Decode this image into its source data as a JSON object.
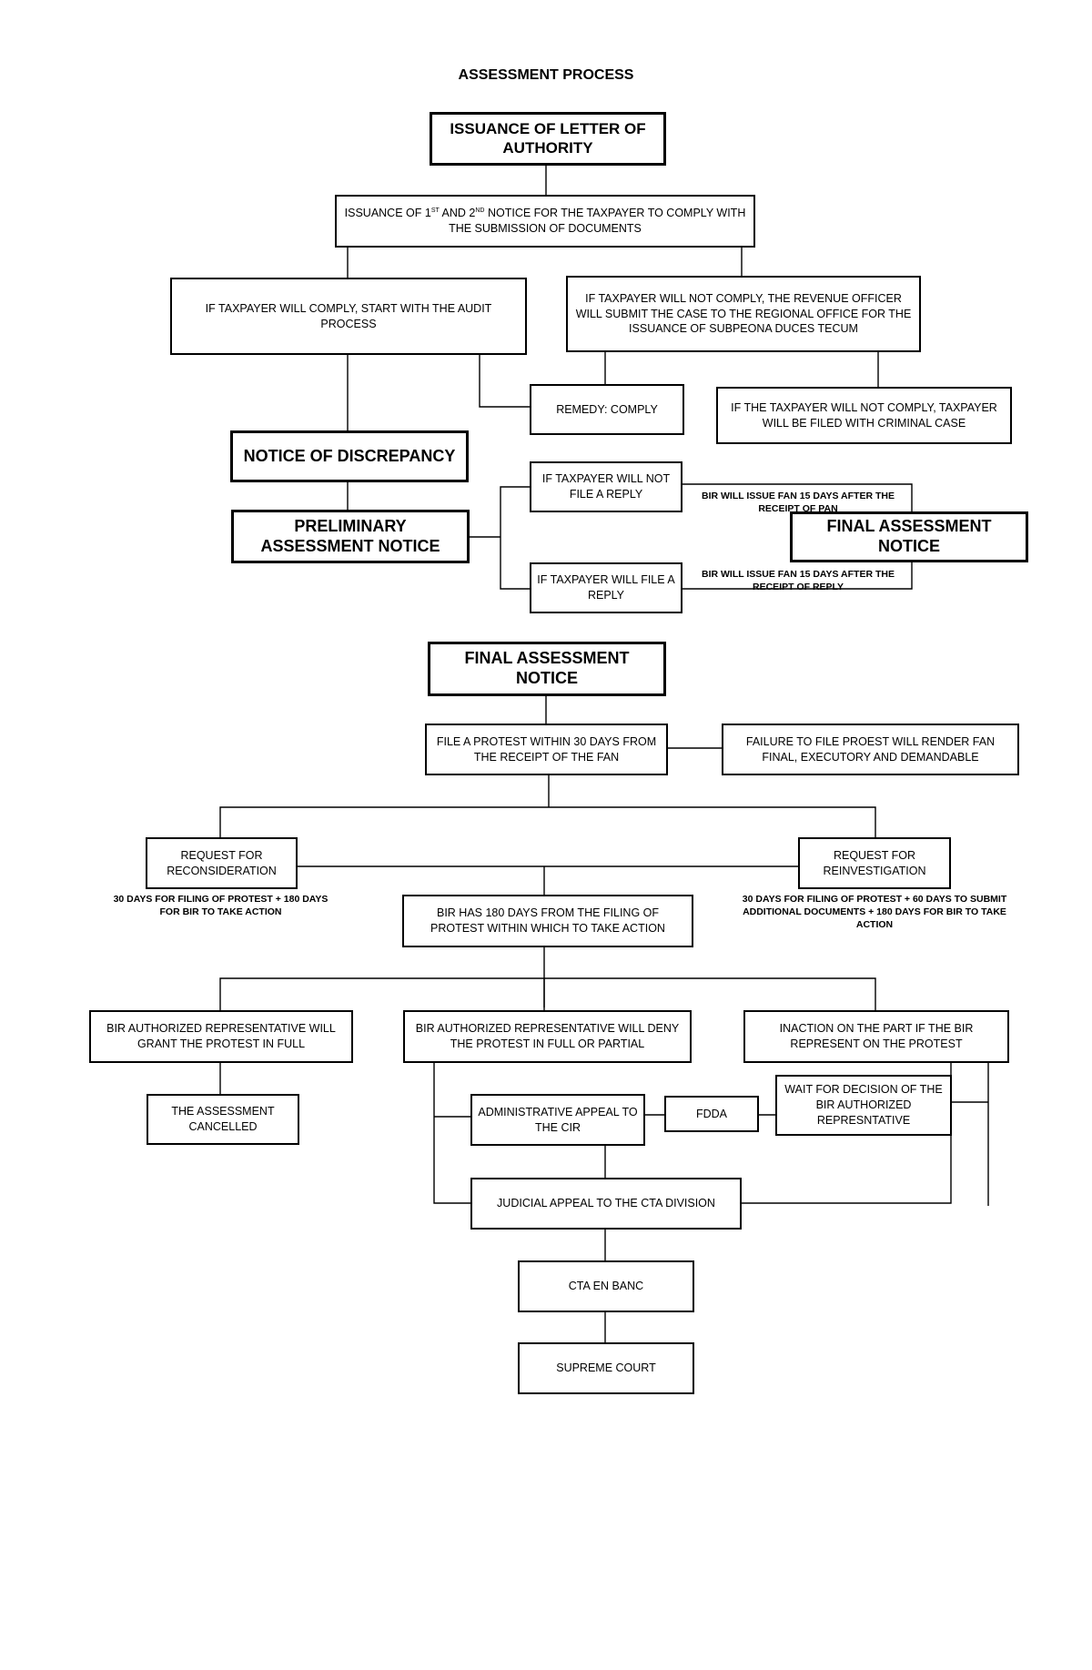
{
  "title": "ASSESSMENT PROCESS",
  "boxes": {
    "loa": "ISSUANCE OF LETTER OF AUTHORITY",
    "notice_pre": "ISSUANCE OF 1",
    "notice_st": "ST",
    "notice_mid": " AND 2",
    "notice_nd": "ND",
    "notice_post": " NOTICE FOR THE TAXPAYER TO COMPLY WITH THE SUBMISSION OF DOCUMENTS",
    "comply": "IF TAXPAYER WILL COMPLY, START WITH THE AUDIT PROCESS",
    "not_comply": "IF TAXPAYER WILL NOT COMPLY, THE REVENUE OFFICER WILL SUBMIT THE CASE TO THE REGIONAL OFFICE FOR THE ISSUANCE OF SUBPEONA DUCES TECUM",
    "remedy": "REMEDY: COMPLY",
    "criminal": "IF THE TAXPAYER WILL NOT COMPLY, TAXPAYER WILL BE FILED WITH CRIMINAL CASE",
    "discrepancy": "NOTICE OF DISCREPANCY",
    "pan": "PRELIMINARY ASSESSMENT NOTICE",
    "no_reply": "IF TAXPAYER WILL NOT FILE A REPLY",
    "reply": "IF TAXPAYER WILL FILE A REPLY",
    "fan_top": "FINAL ASSESSMENT NOTICE",
    "fan_main": "FINAL ASSESSMENT NOTICE",
    "protest": "FILE A PROTEST WITHIN 30 DAYS FROM THE RECEIPT OF THE FAN",
    "failure": "FAILURE TO FILE PROEST WILL RENDER FAN FINAL, EXECUTORY AND DEMANDABLE",
    "recon": "REQUEST FOR RECONSIDERATION",
    "reinv": "REQUEST FOR REINVESTIGATION",
    "bir180": "BIR HAS 180 DAYS FROM THE FILING OF PROTEST WITHIN WHICH TO TAKE ACTION",
    "grant": "BIR AUTHORIZED REPRESENTATIVE WILL GRANT THE PROTEST IN FULL",
    "deny": "BIR AUTHORIZED REPRESENTATIVE WILL DENY THE PROTEST IN FULL OR PARTIAL",
    "inaction": "INACTION ON THE PART IF THE BIR REPRESENT ON THE PROTEST",
    "cancelled": "THE ASSESSMENT CANCELLED",
    "admin": "ADMINISTRATIVE APPEAL TO THE CIR",
    "fdda": "FDDA",
    "wait": "WAIT FOR DECISION OF THE BIR AUTHORIZED REPRESNTATIVE",
    "judicial": "JUDICIAL APPEAL TO THE CTA DIVISION",
    "cta_banc": "CTA EN BANC",
    "supreme": "SUPREME COURT"
  },
  "notes": {
    "fan_no_reply": "BIR WILL ISSUE FAN 15 DAYS AFTER THE RECEIPT OF PAN",
    "fan_reply": "BIR WILL ISSUE FAN 15 DAYS AFTER THE RECEIPT OF REPLY",
    "recon_days": "30 DAYS FOR FILING OF PROTEST + 180 DAYS FOR BIR TO TAKE ACTION",
    "reinv_days": "30 DAYS FOR FILING OF PROTEST + 60 DAYS TO SUBMIT ADDITIONAL DOCUMENTS + 180 DAYS FOR BIR TO TAKE ACTION"
  }
}
